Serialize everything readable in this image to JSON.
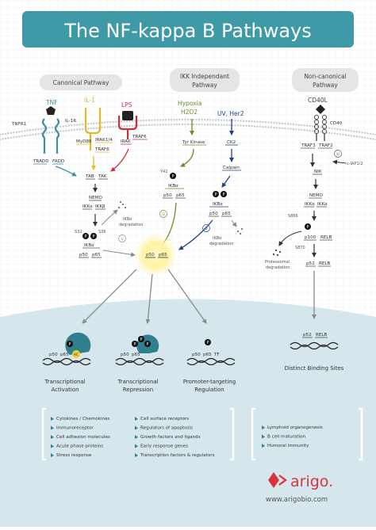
{
  "title": "The NF-kappa B Pathways",
  "colors": {
    "banner": "#3f9aa8",
    "canonical_tnf": "#3f8fa0",
    "il1": "#e5b82a",
    "lps": "#c9303a",
    "hypoxia": "#6f8a2a",
    "uv": "#1f3f8f",
    "noncanonical": "#555555",
    "nucleus": "#d5e6ec",
    "glow": "#fff4a0",
    "logo": "#d9333f"
  },
  "sections": {
    "canonical": "Canonical Pathway",
    "ikk_independent": [
      "IKK Independant",
      "Pathway"
    ],
    "noncanonical": [
      "Non-canonical",
      "Pathway"
    ]
  },
  "receptors": {
    "tnf": "TNF",
    "tnfr1": "TNFR1",
    "il1": "IL-1",
    "il1r": "IL-1R",
    "lps": "LPS",
    "hypoxia": [
      "Hypoxia",
      "H2O2"
    ],
    "uv": "UV, Her2",
    "cd40l": "CD40L",
    "cd40": "CD40"
  },
  "nodes": {
    "tradd": "TRADD",
    "fadd": "FADD",
    "myd88": "MyD88",
    "irak14": "IRAK1/4",
    "traf6": "TRAF6",
    "irak": "IRAK",
    "traf6b": "TRAF6",
    "tab": "TAB",
    "tak": "TAK",
    "nemo": "NEMO",
    "ikka": "IKKα",
    "ikkb": "IKKβ",
    "s32": "S32",
    "s36": "S36",
    "ikba": "IKBα",
    "p50": "p50",
    "p65": "p65",
    "ikba_deg": [
      "IKBα",
      "degradation"
    ],
    "tyr_kinase": "Tyr Kinase",
    "y42": "Y42",
    "ck2": "CK2",
    "calpain": "Calpain",
    "traf3": "TRAF3",
    "traf2": "TRAF2",
    "ciap": "c-IAP1/2",
    "nik": "NIK",
    "s866": "S866",
    "s870": "S870",
    "p100": "p100",
    "relb": "RELB",
    "p52": "p52",
    "proteasomal": [
      "Proteasomal",
      "degradation"
    ],
    "ac": "AC",
    "tf": "TF",
    "p": "P",
    "u": "U"
  },
  "outcomes": {
    "activation": [
      "Transcriptional",
      "Activation"
    ],
    "repression": [
      "Transcriptional",
      "Repression"
    ],
    "promoter": [
      "Promoter-targeting",
      "Regulation"
    ],
    "distinct": "Distinct Binding Sites"
  },
  "lists": {
    "col1": [
      "Cytokines / Chemokines",
      "Immunoreceptor",
      "Cell adhesion molecules",
      "Acute phase proteins",
      "Stress response"
    ],
    "col2": [
      "Cell surface receptors",
      "Regulators of apoptosis",
      "Growth factors and ligands",
      "Early response genes",
      "Transcription factors & regulators"
    ],
    "col3": [
      "Lymphoid organogenesis",
      "B cell maturation",
      "Humoral immunity"
    ]
  },
  "brand": {
    "name": "arigo.",
    "website": "www.arigobio.com"
  }
}
